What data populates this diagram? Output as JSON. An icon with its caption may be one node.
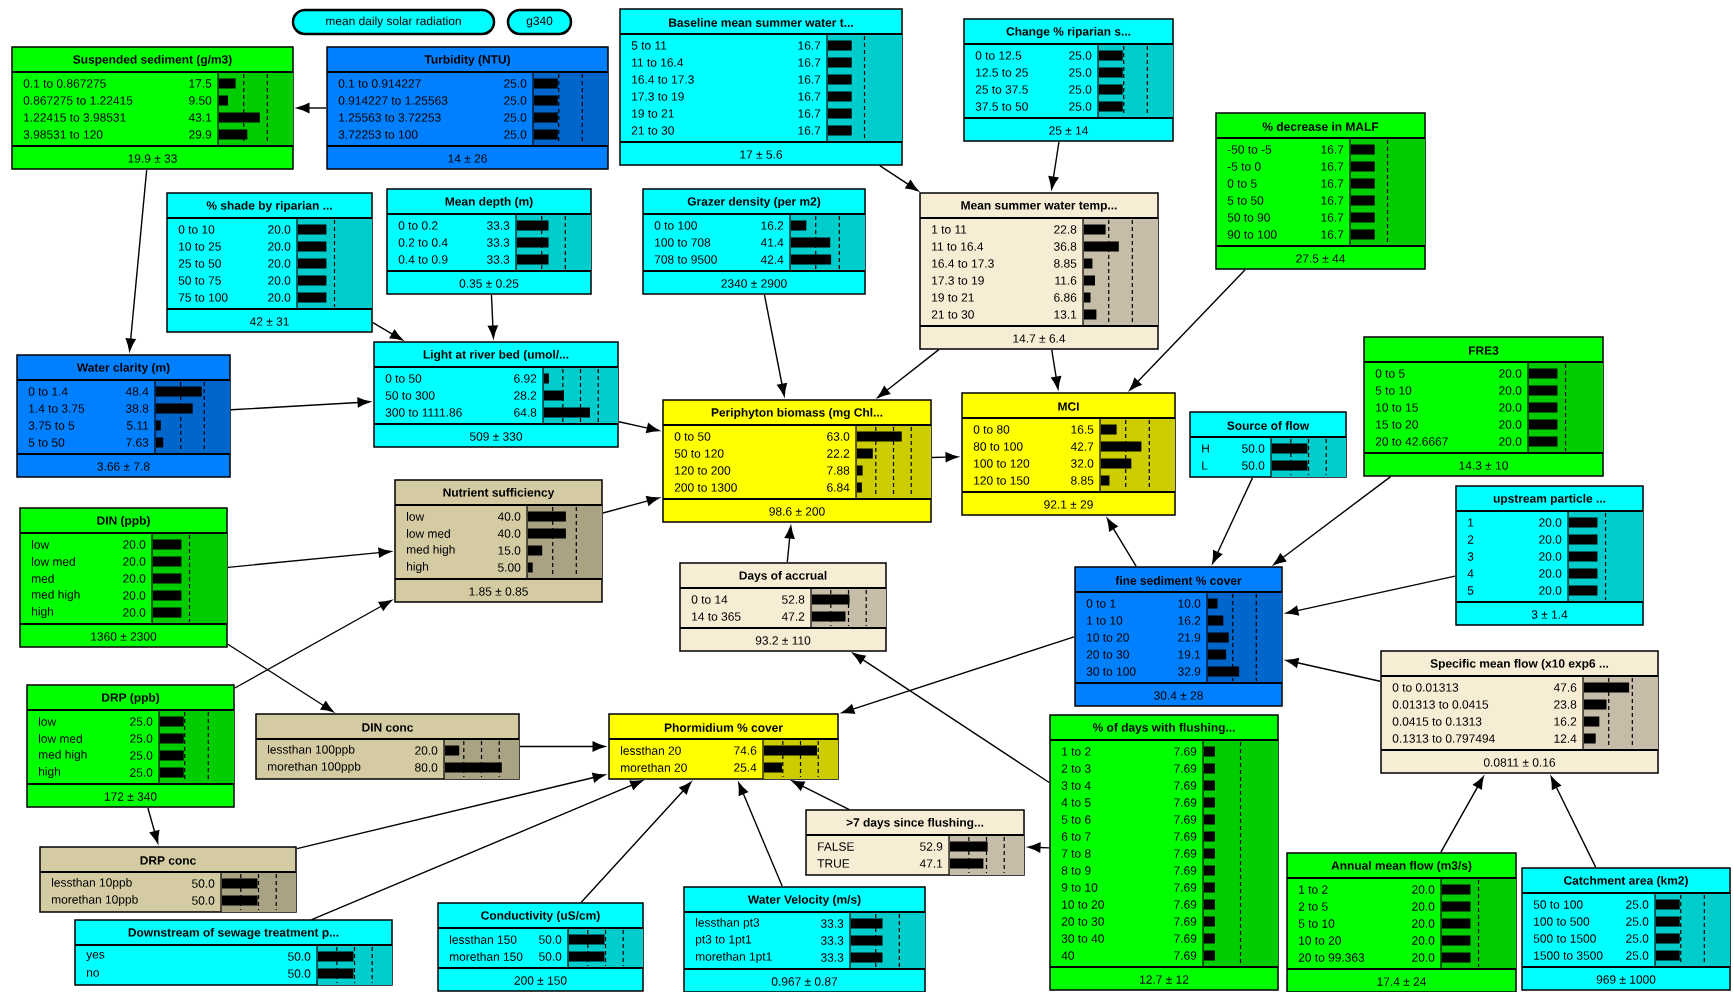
{
  "diagram": {
    "nodes": [
      {
        "text": [
          "mean daily solar radiation"
        ]
      },
      {
        "text": [
          "g340"
        ]
      },
      {
        "text": [
          "Baseline mean summer water t...",
          "5 to 11",
          "16.7",
          "11 to 16.4",
          "16.7",
          "16.4 to 17.3",
          "16.7",
          "17.3 to 19",
          "16.7",
          "19 to 21",
          "16.7",
          "21 to 30",
          "16.7",
          "17 ± 5.6"
        ]
      },
      {
        "text": [
          "Change % riparian s...",
          "0 to 12.5",
          "25.0",
          "12.5 to 25",
          "25.0",
          "25 to 37.5",
          "25.0",
          "37.5 to 50",
          "25.0",
          "25 ± 14"
        ]
      },
      {
        "text": [
          "Suspended sediment (g/m3)",
          "0.1 to 0.867275",
          "17.5",
          "0.867275 to 1.22415",
          "9.50",
          "1.22415 to 3.98531",
          "43.1",
          "3.98531 to 120",
          "29.9",
          "19.9 ± 33"
        ]
      },
      {
        "text": [
          "Turbidity (NTU)",
          "0.1 to 0.914227",
          "25.0",
          "0.914227 to 1.25563",
          "25.0",
          "1.25563 to 3.72253",
          "25.0",
          "3.72253 to 100",
          "25.0",
          "14 ± 26"
        ]
      },
      {
        "text": [
          "% decrease in MALF",
          "-50 to -5",
          "16.7",
          "-5 to 0",
          "16.7",
          "0 to 5",
          "16.7",
          "5 to 50",
          "16.7",
          "50 to 90",
          "16.7",
          "90 to 100",
          "16.7",
          "27.5 ± 44"
        ]
      },
      {
        "text": [
          "% shade by riparian ...",
          "0 to 10",
          "20.0",
          "10 to 25",
          "20.0",
          "25 to 50",
          "20.0",
          "50 to 75",
          "20.0",
          "75 to 100",
          "20.0",
          "42 ± 31"
        ]
      },
      {
        "text": [
          "Mean depth (m)",
          "0 to 0.2",
          "33.3",
          "0.2 to 0.4",
          "33.3",
          "0.4 to 0.9",
          "33.3",
          "0.35 ± 0.25"
        ]
      },
      {
        "text": [
          "Grazer density (per m2)",
          "0 to 100",
          "16.2",
          "100 to 708",
          "41.4",
          "708 to 9500",
          "42.4",
          "2340 ± 2900"
        ]
      },
      {
        "text": [
          "Mean summer water temp...",
          "1 to 11",
          "22.8",
          "11 to 16.4",
          "36.8",
          "16.4 to 17.3",
          "8.85",
          "17.3 to 19",
          "11.6",
          "19 to 21",
          "6.86",
          "21 to 30",
          "13.1",
          "14.7 ± 6.4"
        ]
      },
      {
        "text": [
          "FRE3",
          "0 to 5",
          "20.0",
          "5 to 10",
          "20.0",
          "10 to 15",
          "20.0",
          "15 to 20",
          "20.0",
          "20 to 42.6667",
          "20.0",
          "14.3 ± 10"
        ]
      },
      {
        "text": [
          "Light at river bed (umol/...",
          "0 to 50",
          "6.92",
          "50 to 300",
          "28.2",
          "300 to 1111.86",
          "64.8",
          "509 ± 330"
        ]
      },
      {
        "text": [
          "Water clarity (m)",
          "0 to 1.4",
          "48.4",
          "1.4 to 3.75",
          "38.8",
          "3.75 to 5",
          "5.11",
          "5 to 50",
          "7.63",
          "3.66 ± 7.8"
        ]
      },
      {
        "text": [
          "MCI",
          "0 to 80",
          "16.5",
          "80 to 100",
          "42.7",
          "100 to 120",
          "32.0",
          "120 to 150",
          "8.85",
          "92.1 ± 29"
        ]
      },
      {
        "text": [
          "Periphyton biomass (mg Chl...",
          "0 to 50",
          "63.0",
          "50 to 120",
          "22.2",
          "120 to 200",
          "7.88",
          "200 to 1300",
          "6.84",
          "98.6 ± 200"
        ]
      },
      {
        "text": [
          "Source of flow",
          "H",
          "50.0",
          "L",
          "50.0"
        ]
      },
      {
        "text": [
          "Nutrient sufficiency",
          "low",
          "40.0",
          "low med",
          "40.0",
          "med high",
          "15.0",
          "high",
          "5.00",
          "1.85 ± 0.85"
        ]
      },
      {
        "text": [
          "upstream particle ...",
          "1",
          "20.0",
          "2",
          "20.0",
          "3",
          "20.0",
          "4",
          "20.0",
          "5",
          "20.0",
          "3 ± 1.4"
        ]
      },
      {
        "text": [
          "DIN (ppb)",
          "low",
          "20.0",
          "low med",
          "20.0",
          "med",
          "20.0",
          "med high",
          "20.0",
          "high",
          "20.0",
          "1360 ± 2300"
        ]
      },
      {
        "text": [
          "Days of accrual",
          "0 to 14",
          "52.8",
          "14 to 365",
          "47.2",
          "93.2 ± 110"
        ]
      },
      {
        "text": [
          "fine sediment % cover",
          "0 to 1",
          "10.0",
          "1 to 10",
          "16.2",
          "10 to 20",
          "21.9",
          "20 to 30",
          "19.1",
          "30 to 100",
          "32.9",
          "30.4 ± 28"
        ]
      },
      {
        "text": [
          "Specific mean flow (x10 exp6 ...",
          "0 to 0.01313",
          "47.6",
          "0.01313 to 0.0415",
          "23.8",
          "0.0415 to 0.1313",
          "16.2",
          "0.1313 to 0.797494",
          "12.4",
          "0.0811 ± 0.16"
        ]
      },
      {
        "text": [
          "DRP (ppb)",
          "low",
          "25.0",
          "low med",
          "25.0",
          "med high",
          "25.0",
          "high",
          "25.0",
          "172 ± 340"
        ]
      },
      {
        "text": [
          "DIN conc",
          "lessthan 100ppb",
          "20.0",
          "morethan 100ppb",
          "80.0"
        ]
      },
      {
        "text": [
          "Phormidium % cover",
          "lessthan 20",
          "74.6",
          "morethan 20",
          "25.4"
        ]
      },
      {
        "text": [
          "% of days with flushing...",
          "1 to 2",
          "7.69",
          "2 to 3",
          "7.69",
          "3 to 4",
          "7.69",
          "4 to 5",
          "7.69",
          "5 to 6",
          "7.69",
          "6 to 7",
          "7.69",
          "7 to 8",
          "7.69",
          "8 to 9",
          "7.69",
          "9 to 10",
          "7.69",
          "10 to 20",
          "7.69",
          "20 to 30",
          "7.69",
          "30 to 40",
          "7.69",
          "40",
          "7.69",
          "12.7 ± 12"
        ]
      },
      {
        "text": [
          ">7 days since flushing...",
          "FALSE",
          "52.9",
          "TRUE",
          "47.1"
        ]
      },
      {
        "text": [
          "DRP conc",
          "lessthan 10ppb",
          "50.0",
          "morethan 10ppb",
          "50.0"
        ]
      },
      {
        "text": [
          "Annual mean flow (m3/s)",
          "1 to 2",
          "20.0",
          "2 to 5",
          "20.0",
          "5 to 10",
          "20.0",
          "10 to 20",
          "20.0",
          "20 to 99.363",
          "20.0",
          "17.4 ± 24"
        ]
      },
      {
        "text": [
          "Water Velocity (m/s)",
          "lessthan pt3",
          "33.3",
          "pt3 to 1pt1",
          "33.3",
          "morethan 1pt1",
          "33.3",
          "0.967 ± 0.87"
        ]
      },
      {
        "text": [
          "Conductivity (uS/cm)",
          "lessthan 150",
          "50.0",
          "morethan 150",
          "50.0",
          "200 ± 150"
        ]
      },
      {
        "text": [
          "Catchment area (km2)",
          "50 to 100",
          "25.0",
          "100 to 500",
          "25.0",
          "500 to 1500",
          "25.0",
          "1500 to 3500",
          "25.0",
          "969 ± 1000"
        ]
      },
      {
        "text": [
          "Downstream of sewage treatment p...",
          "yes",
          "50.0",
          "no",
          "50.0"
        ]
      }
    ],
    "edges": [
      {
        "from": 5,
        "to": 4,
        "arrow": "to"
      },
      {
        "from": 4,
        "to": 13,
        "arrow": "to"
      },
      {
        "from": 13,
        "to": 12,
        "arrow": "to"
      },
      {
        "from": 7,
        "to": 12,
        "arrow": "to"
      },
      {
        "from": 8,
        "to": 12,
        "arrow": "to"
      },
      {
        "from": 12,
        "to": 15,
        "arrow": "to"
      },
      {
        "from": 9,
        "to": 15,
        "arrow": "to"
      },
      {
        "from": 10,
        "to": 15,
        "arrow": "to"
      },
      {
        "from": 2,
        "to": 10,
        "arrow": "to"
      },
      {
        "from": 3,
        "to": 10,
        "arrow": "to"
      },
      {
        "from": 10,
        "to": 14,
        "arrow": "to"
      },
      {
        "from": 6,
        "to": 14,
        "arrow": "to"
      },
      {
        "from": 15,
        "to": 14,
        "arrow": "to"
      },
      {
        "from": 17,
        "to": 15,
        "arrow": "to"
      },
      {
        "from": 20,
        "to": 15,
        "arrow": "to"
      },
      {
        "from": 19,
        "to": 17,
        "arrow": "to"
      },
      {
        "from": 23,
        "to": 17,
        "arrow": "to"
      },
      {
        "from": 19,
        "to": 24,
        "arrow": "to"
      },
      {
        "from": 23,
        "to": 28,
        "arrow": "to"
      },
      {
        "from": 24,
        "to": 25,
        "arrow": "to"
      },
      {
        "from": 28,
        "to": 25,
        "arrow": "to"
      },
      {
        "from": 33,
        "to": 25,
        "arrow": "to"
      },
      {
        "from": 31,
        "to": 25,
        "arrow": "to"
      },
      {
        "from": 30,
        "to": 25,
        "arrow": "to"
      },
      {
        "from": 27,
        "to": 25,
        "arrow": "to"
      },
      {
        "from": 21,
        "to": 25,
        "arrow": "to"
      },
      {
        "from": 26,
        "to": 20,
        "arrow": "to"
      },
      {
        "from": 26,
        "to": 27,
        "arrow": "to"
      },
      {
        "from": 21,
        "to": 14,
        "arrow": "to"
      },
      {
        "from": 16,
        "to": 21,
        "arrow": "to"
      },
      {
        "from": 11,
        "to": 21,
        "arrow": "to"
      },
      {
        "from": 18,
        "to": 21,
        "arrow": "to"
      },
      {
        "from": 22,
        "to": 21,
        "arrow": "to"
      },
      {
        "from": 29,
        "to": 22,
        "arrow": "to"
      },
      {
        "from": 32,
        "to": 22,
        "arrow": "to"
      }
    ]
  }
}
